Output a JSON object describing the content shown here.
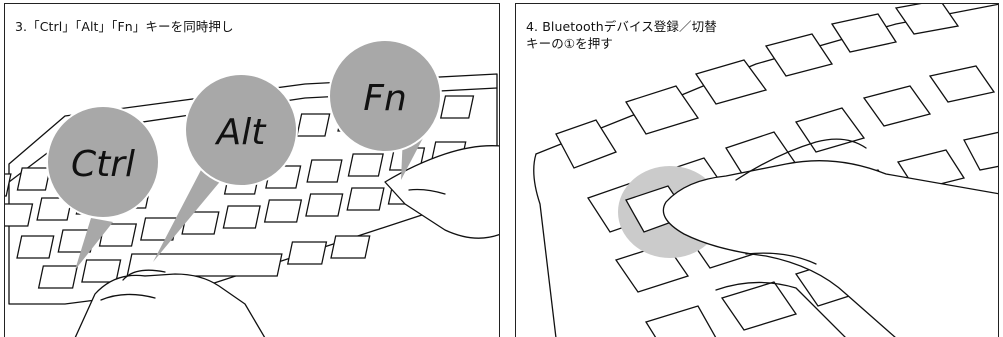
{
  "panels": [
    {
      "caption": "3.「Ctrl」「Alt」「Fn」キーを同時押し",
      "bubbles": [
        "Ctrl",
        "Alt",
        "Fn"
      ]
    },
    {
      "caption": "4. Bluetoothデバイス登録／切替\n   キーの①を押す"
    }
  ],
  "colors": {
    "bubble": "#a8a8a8",
    "highlight": "#cbcbcb",
    "line": "#111111",
    "background": "#ffffff"
  }
}
